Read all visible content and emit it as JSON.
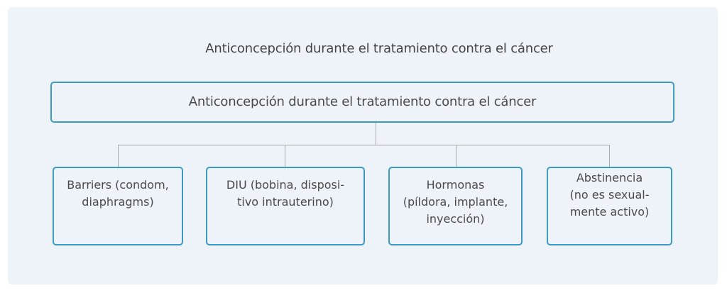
{
  "diagram": {
    "title": "Anticoncepción durante el tratamiento contra el cáncer",
    "root": {
      "label": "Anticoncepción durante el tratamiento contra el cáncer"
    },
    "children": [
      {
        "lines": [
          "Barriers (condom,",
          "diaphragms)"
        ]
      },
      {
        "lines": [
          "DIU (bobina, disposi-",
          "tivo intrauterino)"
        ]
      },
      {
        "lines": [
          "Hormonas",
          "(píldora, implante,",
          "inyección)"
        ]
      },
      {
        "lines": [
          "Abstinencia",
          "(no es sexual-",
          "mente activo)"
        ]
      }
    ],
    "colors": {
      "panel_background": "#eef3fa",
      "box_border": "#3c9ac6",
      "connector": "#aaaaaa",
      "text": "#444444"
    }
  }
}
